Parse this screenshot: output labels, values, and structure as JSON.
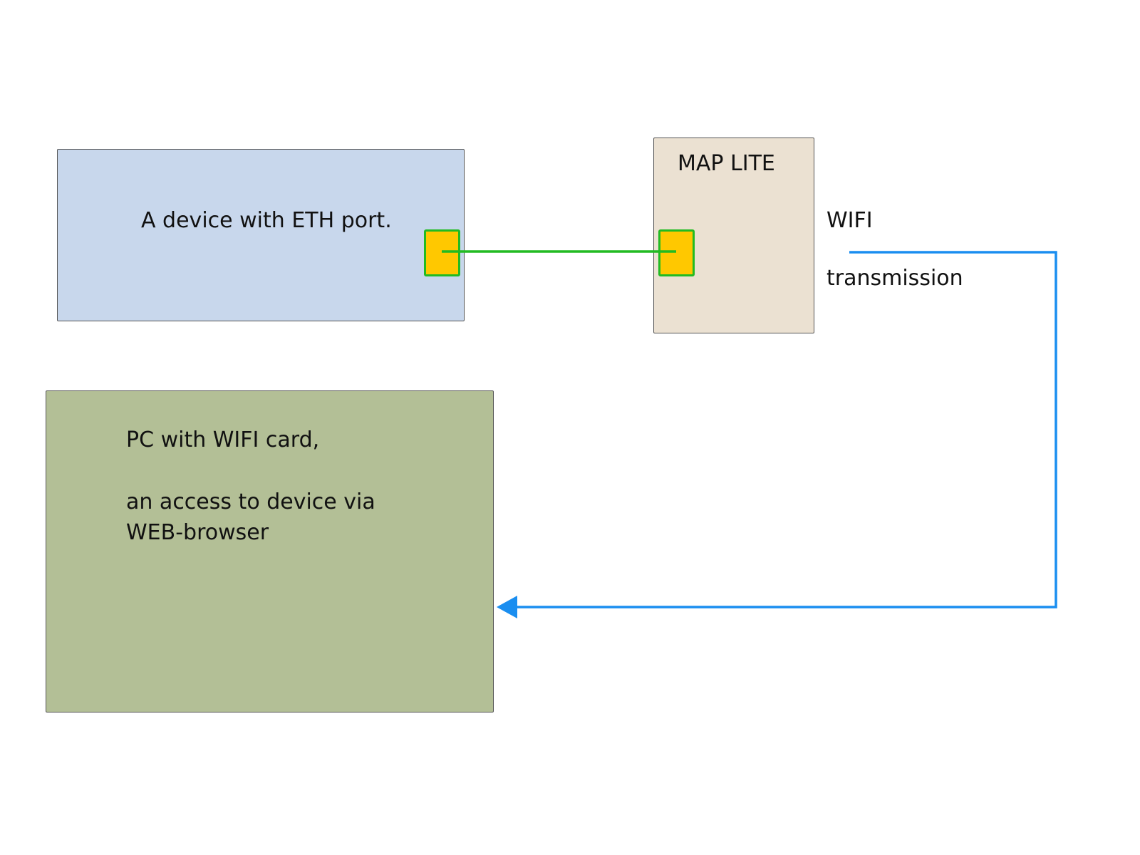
{
  "colors": {
    "device_fill": "#c8d7ec",
    "maplite_fill": "#ebe1d2",
    "pc_fill": "#b3bf96",
    "port_fill": "#ffc800",
    "port_border": "#22bb22",
    "eth_line": "#22bb22",
    "wifi_line": "#1a8ef0"
  },
  "nodes": {
    "device": {
      "label": "A device with ETH port."
    },
    "maplite": {
      "label": "MAP LITE"
    },
    "pc": {
      "lines": [
        "PC with WIFI card,",
        "an access to device via",
        "WEB-browser"
      ]
    }
  },
  "wifi_link": {
    "label_top": "WIFI",
    "label_bottom": "transmission"
  },
  "icons": {
    "arrow": "arrowhead-left-icon"
  }
}
